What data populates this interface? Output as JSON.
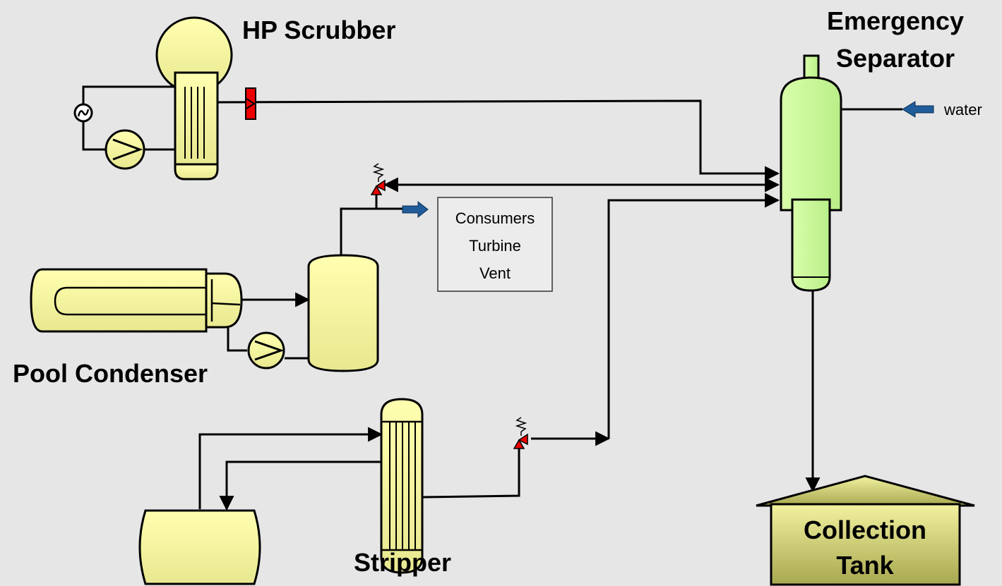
{
  "labels": {
    "hp_scrubber": "HP Scrubber",
    "emergency_separator": [
      "Emergency",
      "Separator"
    ],
    "water": "water",
    "consumers": [
      "Consumers",
      "Turbine",
      "Vent"
    ],
    "pool_condenser": "Pool Condenser",
    "stripper": "Stripper",
    "collection_tank": [
      "Collection",
      "Tank"
    ]
  },
  "colors": {
    "background": "#e6e6e6",
    "vessel_yellow": "#ffff99",
    "separator_green": "#ccff99",
    "tank_fill": "#cccc66",
    "relief_valve_red": "#ee0000",
    "arrow_blue": "#1f5c99",
    "line": "#000000"
  }
}
